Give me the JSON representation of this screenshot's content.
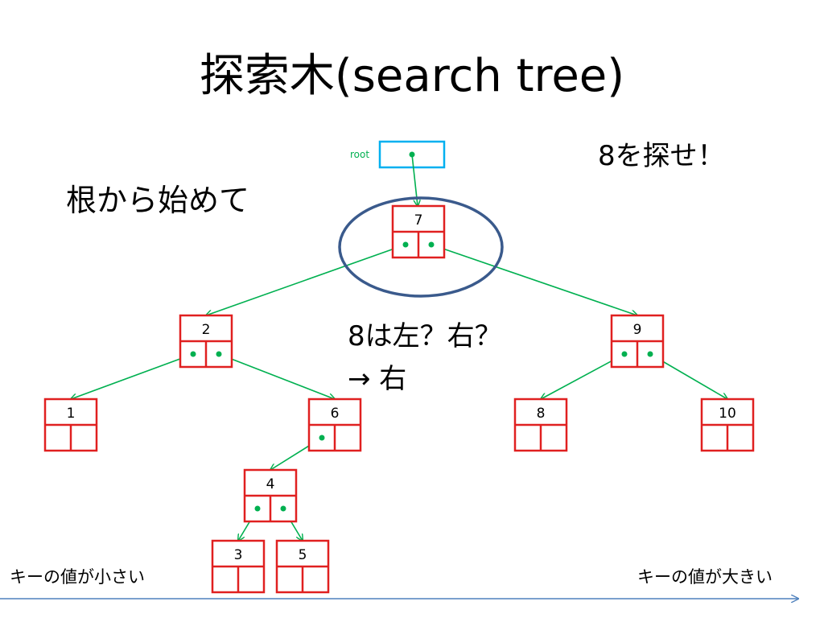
{
  "slide": {
    "title": "探索木(search tree)",
    "start_note": "根から始めて",
    "goal_note": "8を探せ！",
    "question_line1": "8は左？右？",
    "question_line2": "→ 右",
    "root_label": "root"
  },
  "axis": {
    "left_label": "キーの値が小さい",
    "right_label": "キーの値が大きい"
  },
  "tree": {
    "nodes": [
      {
        "id": "n7",
        "key": "7"
      },
      {
        "id": "n2",
        "key": "2"
      },
      {
        "id": "n9",
        "key": "9"
      },
      {
        "id": "n1",
        "key": "1"
      },
      {
        "id": "n6",
        "key": "6"
      },
      {
        "id": "n8",
        "key": "8"
      },
      {
        "id": "n10",
        "key": "10"
      },
      {
        "id": "n4",
        "key": "4"
      },
      {
        "id": "n3",
        "key": "3"
      },
      {
        "id": "n5",
        "key": "5"
      }
    ],
    "edges": [
      {
        "from": "n7",
        "side": "left",
        "to": "n2"
      },
      {
        "from": "n7",
        "side": "right",
        "to": "n9"
      },
      {
        "from": "n2",
        "side": "left",
        "to": "n1"
      },
      {
        "from": "n2",
        "side": "right",
        "to": "n6"
      },
      {
        "from": "n9",
        "side": "left",
        "to": "n8"
      },
      {
        "from": "n9",
        "side": "right",
        "to": "n10"
      },
      {
        "from": "n6",
        "side": "left",
        "to": "n4"
      },
      {
        "from": "n4",
        "side": "left",
        "to": "n3"
      },
      {
        "from": "n4",
        "side": "right",
        "to": "n5"
      }
    ],
    "highlighted_node": "n7"
  },
  "colors": {
    "node_border": "#e02020",
    "pointer": "#00b050",
    "root_box": "#00b0f0",
    "highlight": "#3a5a8c",
    "axis": "#4f81bd"
  }
}
